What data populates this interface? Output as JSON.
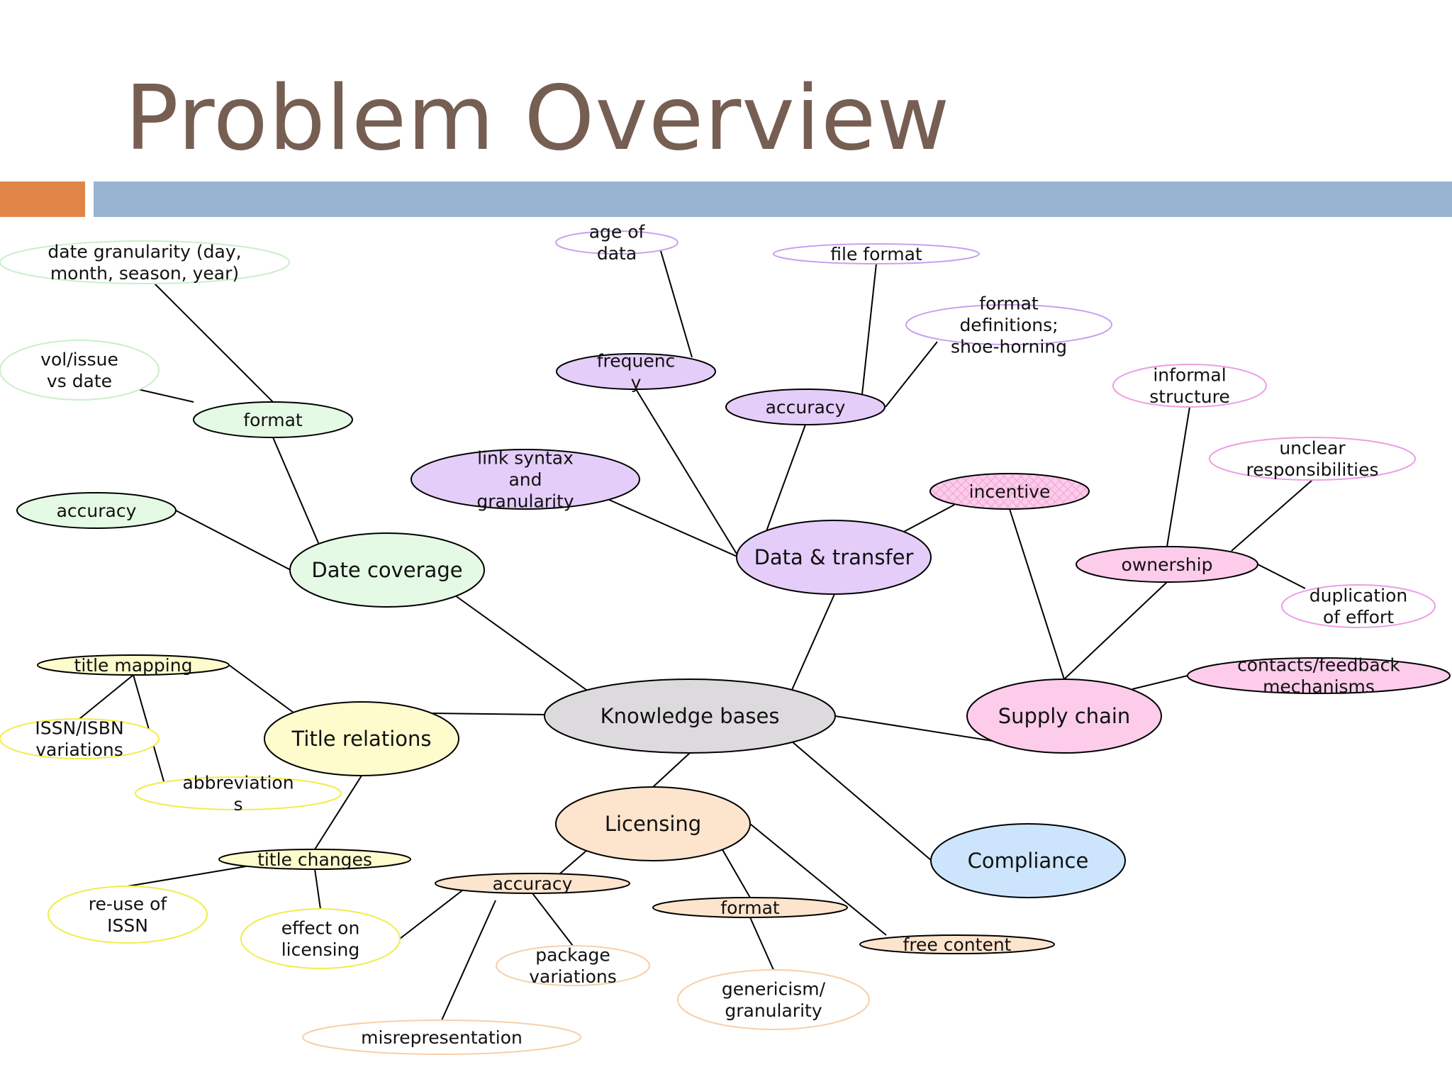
{
  "slide": {
    "title": "Problem Overview",
    "accent_orange": "#e08547",
    "accent_blue": "#97b5d1",
    "title_color": "#765e53"
  },
  "mindmap": {
    "central": {
      "id": "kb",
      "label": "Knowledge bases",
      "fill": "#dcdadc"
    },
    "branches": [
      {
        "id": "date",
        "label": "Date coverage",
        "fill": "#e5fae5"
      },
      {
        "id": "data",
        "label": "Data & transfer",
        "fill": "#e5cdfa"
      },
      {
        "id": "supply",
        "label": "Supply chain",
        "fill": "#fcccea"
      },
      {
        "id": "compliance",
        "label": "Compliance",
        "fill": "#cce5fc"
      },
      {
        "id": "licensing",
        "label": "Licensing",
        "fill": "#fde4cd"
      },
      {
        "id": "title",
        "label": "Title relations",
        "fill": "#fefccd"
      }
    ],
    "nodes": [
      {
        "id": "date_gran",
        "lines": [
          "date granularity (day,",
          "month, season, year)"
        ],
        "group": "green",
        "style": "outline"
      },
      {
        "id": "vol_issue",
        "lines": [
          "vol/issue",
          "vs date"
        ],
        "group": "green",
        "style": "outline"
      },
      {
        "id": "date_format",
        "lines": [
          "format"
        ],
        "group": "green",
        "style": "filled"
      },
      {
        "id": "date_acc",
        "lines": [
          "accuracy"
        ],
        "group": "green",
        "style": "filled"
      },
      {
        "id": "age",
        "lines": [
          "age of",
          "data"
        ],
        "group": "purple",
        "style": "outline"
      },
      {
        "id": "file_format",
        "lines": [
          "file format"
        ],
        "group": "purple",
        "style": "outline"
      },
      {
        "id": "format_defs",
        "lines": [
          "format",
          "definitions;",
          "shoe-horning"
        ],
        "group": "purple",
        "style": "outline"
      },
      {
        "id": "frequency",
        "lines": [
          "frequenc",
          "y"
        ],
        "group": "purple",
        "style": "filled"
      },
      {
        "id": "data_acc",
        "lines": [
          "accuracy"
        ],
        "group": "purple",
        "style": "filled"
      },
      {
        "id": "link_syntax",
        "lines": [
          "link syntax",
          "and",
          "granularity"
        ],
        "group": "purple",
        "style": "filled"
      },
      {
        "id": "incentive",
        "lines": [
          "incentive"
        ],
        "group": "pink",
        "style": "hatched"
      },
      {
        "id": "informal",
        "lines": [
          "informal",
          "structure"
        ],
        "group": "pink",
        "style": "outline"
      },
      {
        "id": "unclear",
        "lines": [
          "unclear",
          "responsibilities"
        ],
        "group": "pink",
        "style": "outline"
      },
      {
        "id": "ownership",
        "lines": [
          "ownership"
        ],
        "group": "pink",
        "style": "filled"
      },
      {
        "id": "duplication",
        "lines": [
          "duplication",
          "of effort"
        ],
        "group": "pink",
        "style": "outline"
      },
      {
        "id": "contacts",
        "lines": [
          "contacts/feedback",
          "mechanisms"
        ],
        "group": "pink",
        "style": "filled"
      },
      {
        "id": "title_mapping",
        "lines": [
          "title mapping"
        ],
        "group": "yellow",
        "style": "filled"
      },
      {
        "id": "issn_var",
        "lines": [
          "ISSN/ISBN",
          "variations"
        ],
        "group": "yellow",
        "style": "outline"
      },
      {
        "id": "abbrev",
        "lines": [
          "abbreviation",
          "s"
        ],
        "group": "yellow",
        "style": "outline"
      },
      {
        "id": "title_changes",
        "lines": [
          "title changes"
        ],
        "group": "yellow",
        "style": "filled"
      },
      {
        "id": "reuse_issn",
        "lines": [
          "re-use of",
          "ISSN"
        ],
        "group": "yellow",
        "style": "outline"
      },
      {
        "id": "effect_lic",
        "lines": [
          "effect on",
          "licensing"
        ],
        "group": "yellow",
        "style": "outline"
      },
      {
        "id": "lic_acc",
        "lines": [
          "accuracy"
        ],
        "group": "peach",
        "style": "filled"
      },
      {
        "id": "package",
        "lines": [
          "package",
          "variations"
        ],
        "group": "peach",
        "style": "outline"
      },
      {
        "id": "misrep",
        "lines": [
          "misrepresentation"
        ],
        "group": "peach",
        "style": "outline"
      },
      {
        "id": "lic_format",
        "lines": [
          "format"
        ],
        "group": "peach",
        "style": "filled"
      },
      {
        "id": "genericism",
        "lines": [
          "genericism/",
          "granularity"
        ],
        "group": "peach",
        "style": "outline"
      },
      {
        "id": "free_content",
        "lines": [
          "free content"
        ],
        "group": "peach",
        "style": "filled"
      }
    ],
    "group_colors": {
      "green": {
        "fill": "#e5fae5",
        "outline": "#c9efc9"
      },
      "purple": {
        "fill": "#e5cdfa",
        "outline": "#c9a0ee"
      },
      "pink": {
        "fill": "#fcccea",
        "outline": "#ec9ee4"
      },
      "yellow": {
        "fill": "#fefccd",
        "outline": "#f2ec4c"
      },
      "peach": {
        "fill": "#fde4cd",
        "outline": "#f6cfa8"
      }
    }
  }
}
